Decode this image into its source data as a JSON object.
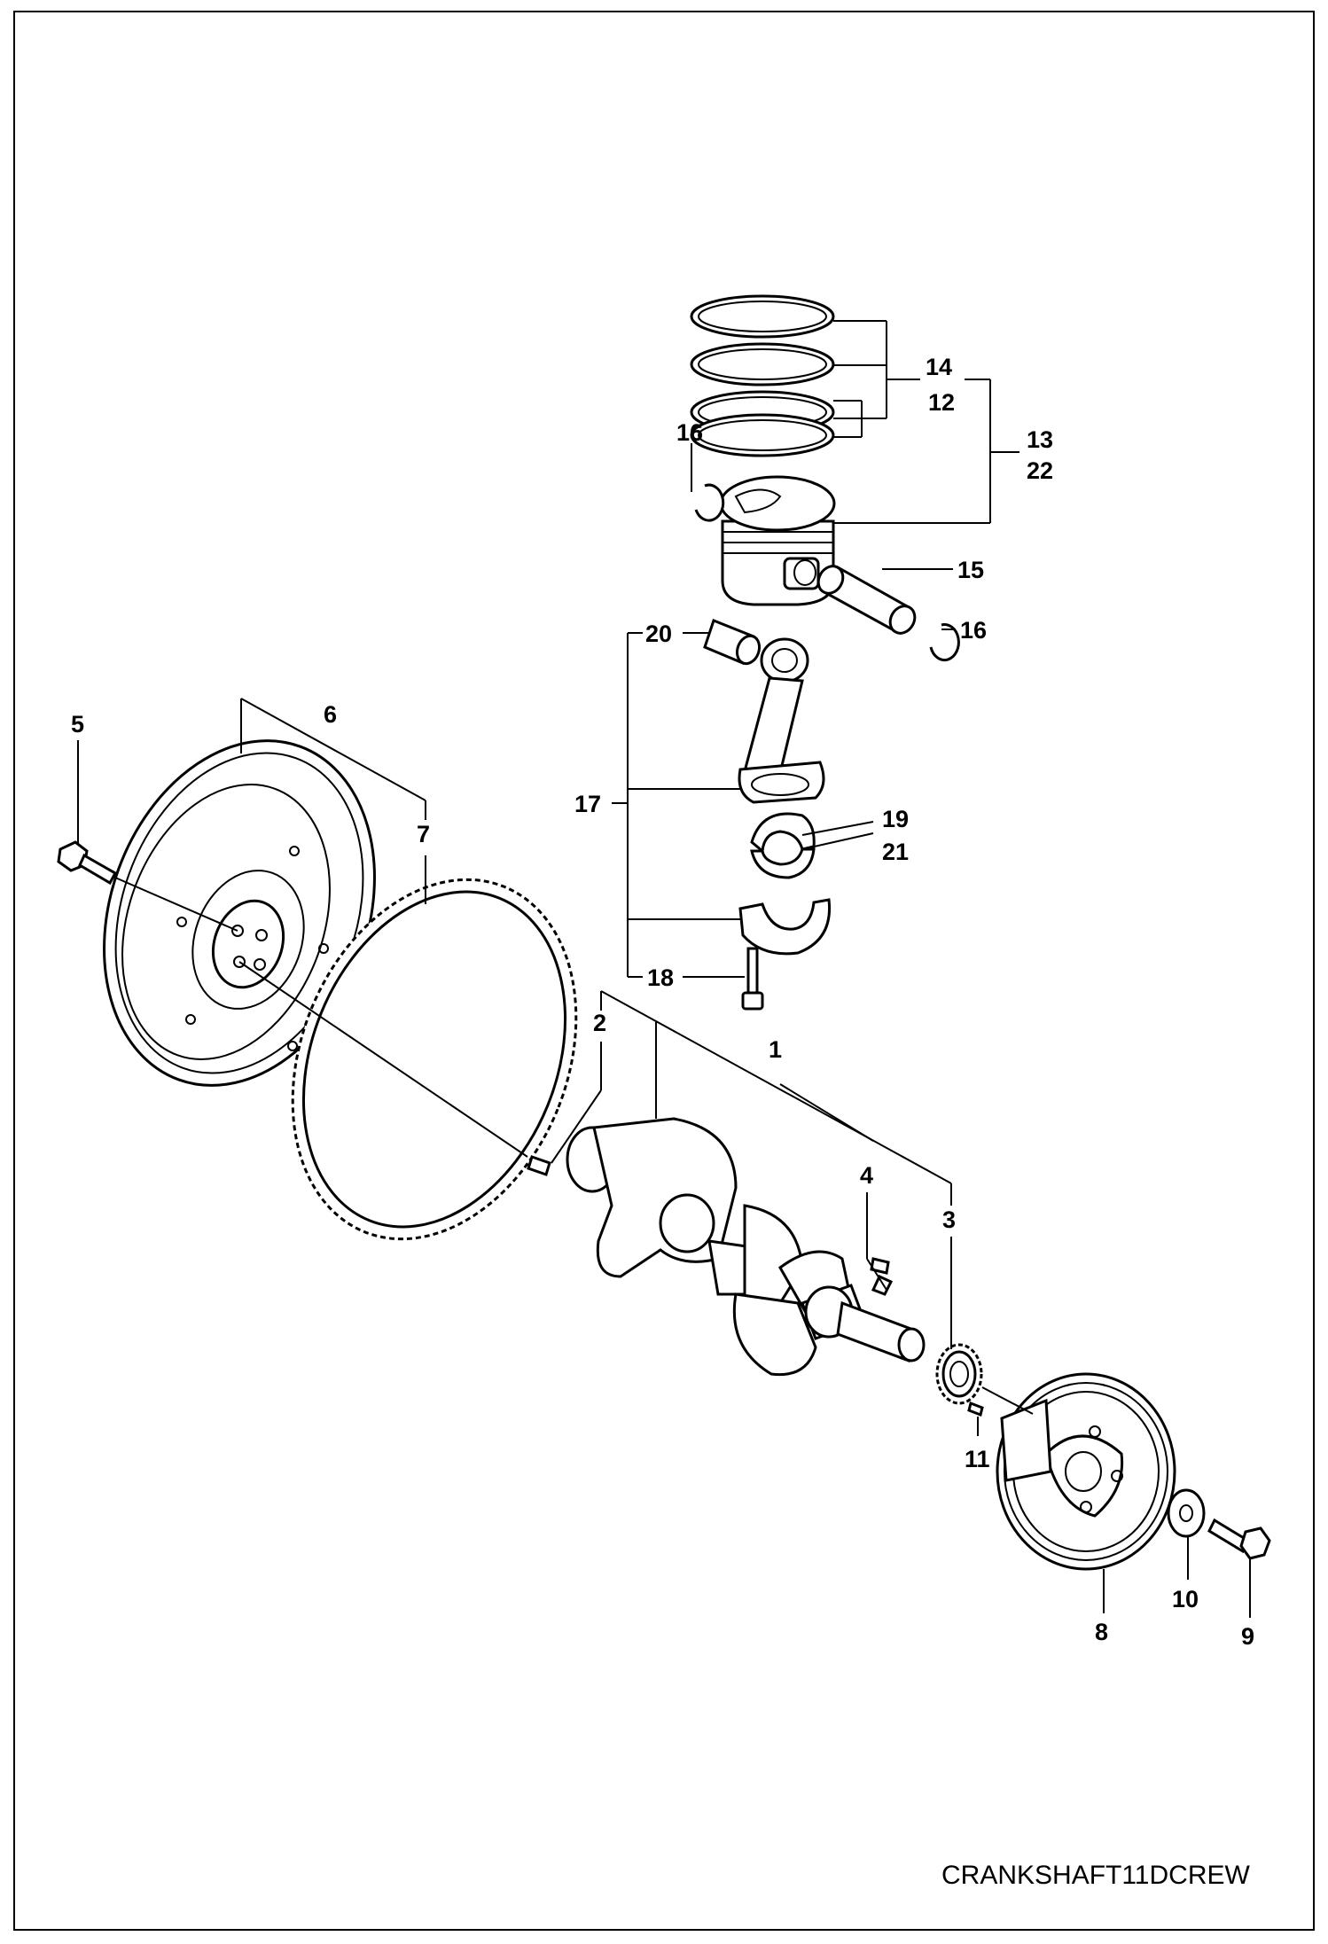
{
  "figure_id": "CRANKSHAFT11DCREW",
  "callouts": {
    "c1": "1",
    "c2": "2",
    "c3": "3",
    "c4": "4",
    "c5": "5",
    "c6": "6",
    "c7": "7",
    "c8": "8",
    "c9": "9",
    "c10": "10",
    "c11": "11",
    "c12": "12",
    "c13": "13",
    "c14": "14",
    "c15": "15",
    "c16a": "16",
    "c16b": "16",
    "c17": "17",
    "c18": "18",
    "c19": "19",
    "c20": "20",
    "c21": "21",
    "c22": "22"
  }
}
